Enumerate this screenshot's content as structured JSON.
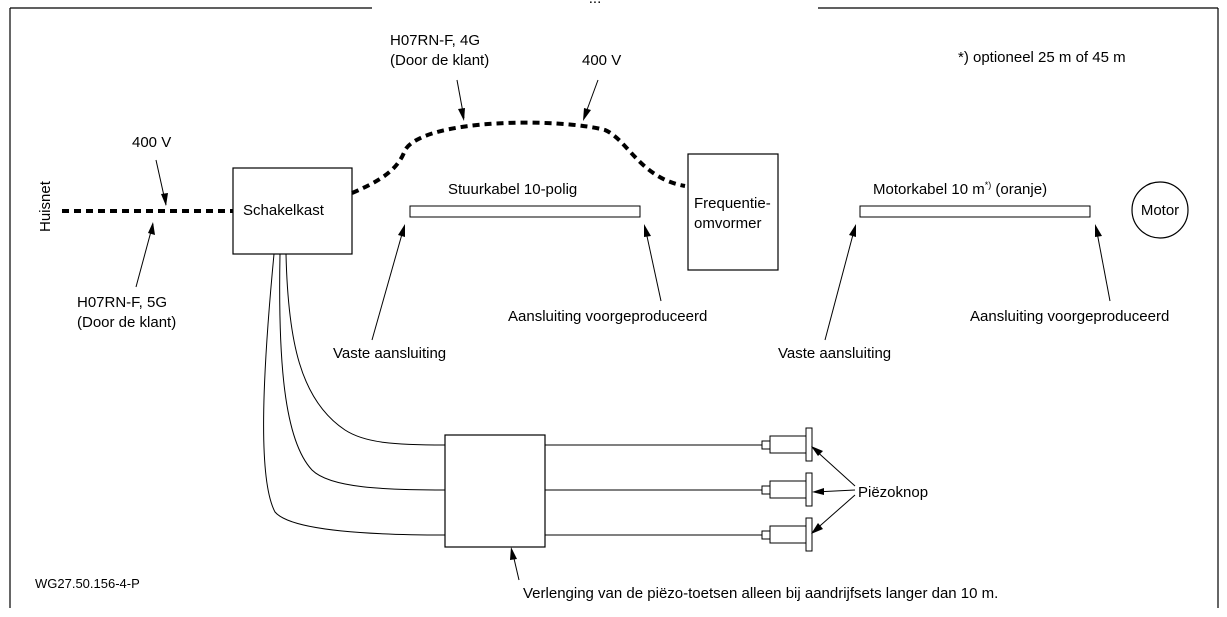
{
  "labels": {
    "top_title_fragment": "...",
    "footnote": "*) optioneel 25 m of 45 m",
    "huisnet": "Huisnet",
    "voltage_house": "400 V",
    "cable_house_line1": "H07RN-F, 5G",
    "cable_house_line2": "(Door de klant)",
    "schakelkast": "Schakelkast",
    "cable_fu_line1": "H07RN-F, 4G",
    "cable_fu_line2": "(Door de klant)",
    "voltage_fu": "400 V",
    "stuurkabel": "Stuurkabel 10-polig",
    "fu_line1": "Frequentie-",
    "fu_line2": "omvormer",
    "motorkabel_prefix": "Motorkabel 10 m",
    "motorkabel_sup": "*)",
    "motorkabel_suffix": " (oranje)",
    "motor": "Motor",
    "vaste_aansluiting_left": "Vaste aansluiting",
    "aansluiting_left": "Aansluiting voorgeproduceerd",
    "vaste_aansluiting_right": "Vaste aansluiting",
    "aansluiting_right": "Aansluiting voorgeproduceerd",
    "piezoknop": "Piëzoknop",
    "verlenging": "Verlenging van de piëzo-toetsen alleen bij aandrijfsets langer dan 10 m.",
    "drawing_id": "WG27.50.156-4-P"
  }
}
